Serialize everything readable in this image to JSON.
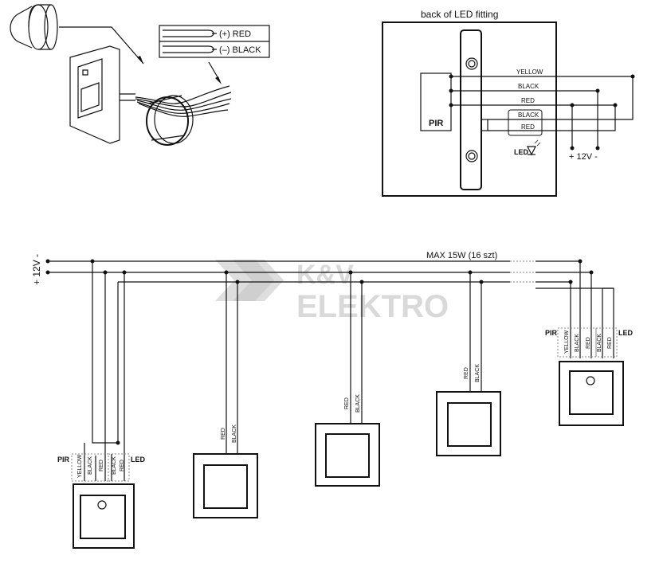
{
  "top_left": {
    "wire_labels": [
      "(+) RED",
      "(–) BLACK"
    ]
  },
  "back_panel": {
    "title": "back of LED fitting",
    "pir_label": "PIR",
    "wire_labels": [
      "YELLOW",
      "BLACK",
      "RED",
      "BLACK",
      "RED"
    ],
    "led_label": "LED",
    "supply_label": "+ 12V -"
  },
  "bottom": {
    "supply_plus_label": "+ 12V -",
    "max_label": "MAX 15W (16 szt)",
    "watermark_line1": "K&V",
    "watermark_line2": "ELEKTRO",
    "sensor_unit_left": {
      "pir_label": "PIR",
      "led_label": "LED",
      "wire_labels": [
        "YELLOW",
        "BLACK",
        "RED",
        "BLACK",
        "RED"
      ]
    },
    "sensor_unit_right": {
      "pir_label": "PIR",
      "led_label": "LED",
      "wire_labels": [
        "YELLOW",
        "BLACK",
        "RED",
        "BLACK",
        "RED"
      ]
    },
    "light_wire_labels": [
      "RED",
      "BLACK"
    ]
  }
}
